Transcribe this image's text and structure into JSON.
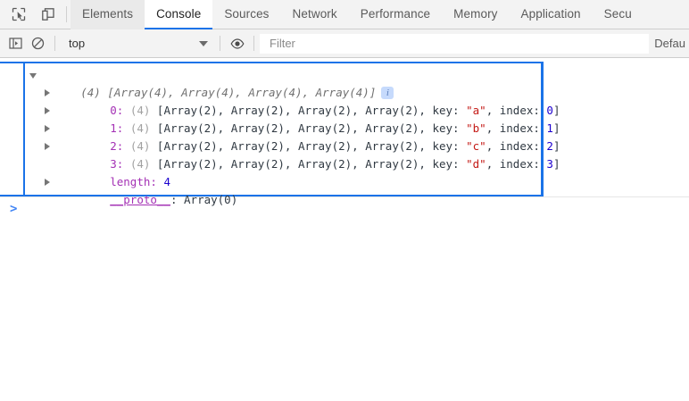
{
  "devtools": {
    "toolbar_icons": [
      {
        "name": "inspect-element-icon",
        "title": "Inspect element"
      },
      {
        "name": "device-toolbar-icon",
        "title": "Toggle device toolbar"
      }
    ],
    "tabs": [
      {
        "label": "Elements",
        "selected": false,
        "hovered": true
      },
      {
        "label": "Console",
        "selected": true,
        "hovered": false
      },
      {
        "label": "Sources",
        "selected": false,
        "hovered": false
      },
      {
        "label": "Network",
        "selected": false,
        "hovered": false
      },
      {
        "label": "Performance",
        "selected": false,
        "hovered": false
      },
      {
        "label": "Memory",
        "selected": false,
        "hovered": false
      },
      {
        "label": "Application",
        "selected": false,
        "hovered": false
      },
      {
        "label": "Secu",
        "selected": false,
        "hovered": false
      }
    ]
  },
  "filterbar": {
    "sidebar_toggle_title": "Show console sidebar",
    "clear_title": "Clear console",
    "context": "top",
    "eye_title": "Create live expression",
    "filter_value": "",
    "filter_placeholder": "Filter",
    "levels": "Defau"
  },
  "console": {
    "accent": "#1a73e8",
    "info_badge": "i",
    "prompt": ">",
    "entry": {
      "header": {
        "count": "(4)",
        "preview": " [Array(4), Array(4), Array(4), Array(4)]"
      },
      "rows": [
        {
          "index": "0:",
          "count": "(4)",
          "arrays": " [Array(2), Array(2), Array(2), Array(2), ",
          "key_label": "key: ",
          "key_value": "\"a\"",
          "index_label": ", index: ",
          "index_value": "0",
          "close": "]"
        },
        {
          "index": "1:",
          "count": "(4)",
          "arrays": " [Array(2), Array(2), Array(2), Array(2), ",
          "key_label": "key: ",
          "key_value": "\"b\"",
          "index_label": ", index: ",
          "index_value": "1",
          "close": "]"
        },
        {
          "index": "2:",
          "count": "(4)",
          "arrays": " [Array(2), Array(2), Array(2), Array(2), ",
          "key_label": "key: ",
          "key_value": "\"c\"",
          "index_label": ", index: ",
          "index_value": "2",
          "close": "]"
        },
        {
          "index": "3:",
          "count": "(4)",
          "arrays": " [Array(2), Array(2), Array(2), Array(2), ",
          "key_label": "key: ",
          "key_value": "\"d\"",
          "index_label": ", index: ",
          "index_value": "3",
          "close": "]"
        }
      ],
      "length_label": "length:",
      "length_value": "4",
      "proto_label": "__proto__",
      "proto_sep": ": ",
      "proto_value": "Array(0)"
    }
  }
}
